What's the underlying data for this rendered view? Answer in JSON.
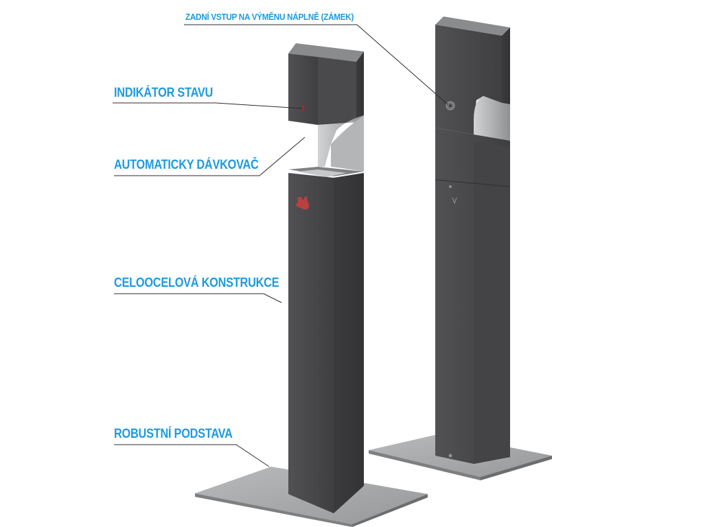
{
  "callouts": {
    "rear_access": "ZADNÍ VSTUP NA VÝMĚNU NÁPLNĚ (ZÁMEK)",
    "status_indicator": "INDIKÁTOR STAVU",
    "auto_dispenser": "AUTOMATICKY DÁVKOVAČ",
    "steel_construction": "CELOOCELOVÁ KONSTRUKCE",
    "robust_base": "ROBUSTNÍ PODSTAVA"
  },
  "colors": {
    "label": "#1c9be0",
    "body": "#4a4a4c",
    "base": "#a9abad",
    "hand_icon": "#b8413f"
  },
  "icons": {
    "hand_icon": "hand-sensor-icon",
    "lock_icon": "lock-icon"
  }
}
